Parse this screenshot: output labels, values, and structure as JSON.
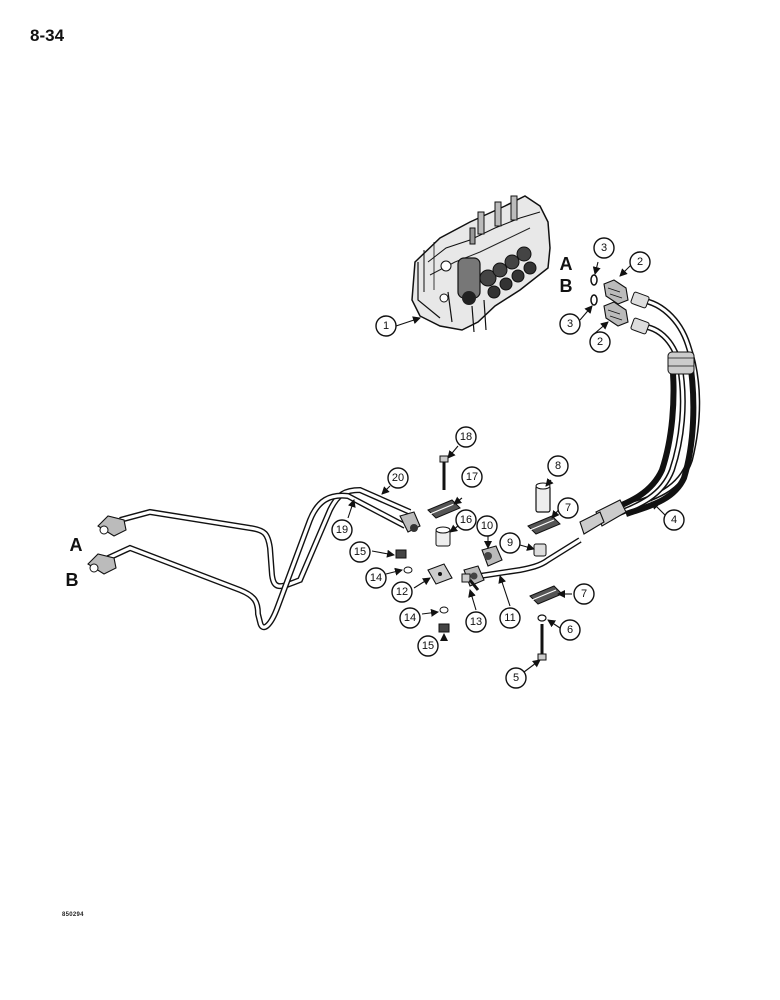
{
  "page": {
    "number": "8-34",
    "drawing_code": "850294"
  },
  "ports": {
    "valve_a": "A",
    "valve_b": "B",
    "line_a": "A",
    "line_b": "B"
  },
  "callouts": [
    "1",
    "2",
    "2",
    "3",
    "3",
    "4",
    "5",
    "6",
    "7",
    "7",
    "8",
    "9",
    "10",
    "11",
    "12",
    "13",
    "14",
    "14",
    "15",
    "15",
    "16",
    "17",
    "18",
    "19",
    "20"
  ]
}
